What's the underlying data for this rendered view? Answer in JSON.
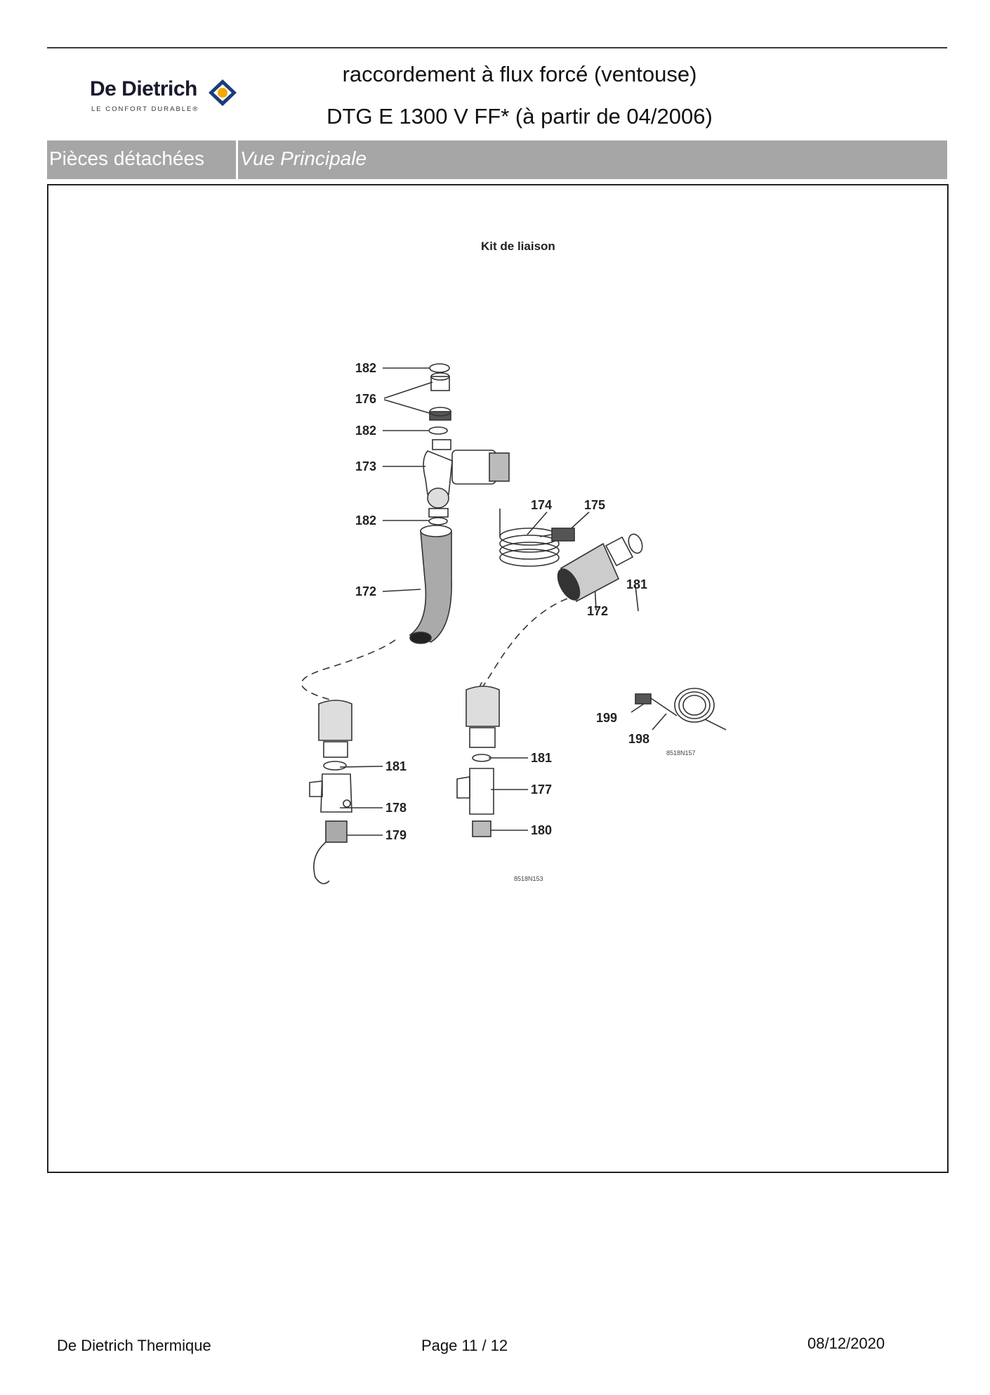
{
  "brand": {
    "name": "De Dietrich",
    "tagline": "LE CONFORT DURABLE®",
    "accent_color": "#1b3c7a",
    "secondary_color": "#f2a900"
  },
  "header": {
    "title_line1": "raccordement à flux forcé (ventouse)",
    "title_line2": "DTG E 1300 V FF* (à partir de 04/2006)"
  },
  "section_band": {
    "left_label": "Pièces détachées",
    "right_label": "Vue Principale",
    "background_color": "#a6a6a6"
  },
  "diagram": {
    "heading": "Kit de liaison",
    "part_labels": [
      "182",
      "176",
      "182",
      "173",
      "182",
      "174",
      "175",
      "172",
      "181",
      "172",
      "199",
      "198",
      "181",
      "178",
      "179",
      "181",
      "177",
      "180"
    ],
    "ref_codes": [
      "8518N157",
      "8518N153"
    ]
  },
  "footer": {
    "company": "De Dietrich Thermique",
    "page_label": "Page 11  /  12",
    "date": "08/12/2020"
  }
}
